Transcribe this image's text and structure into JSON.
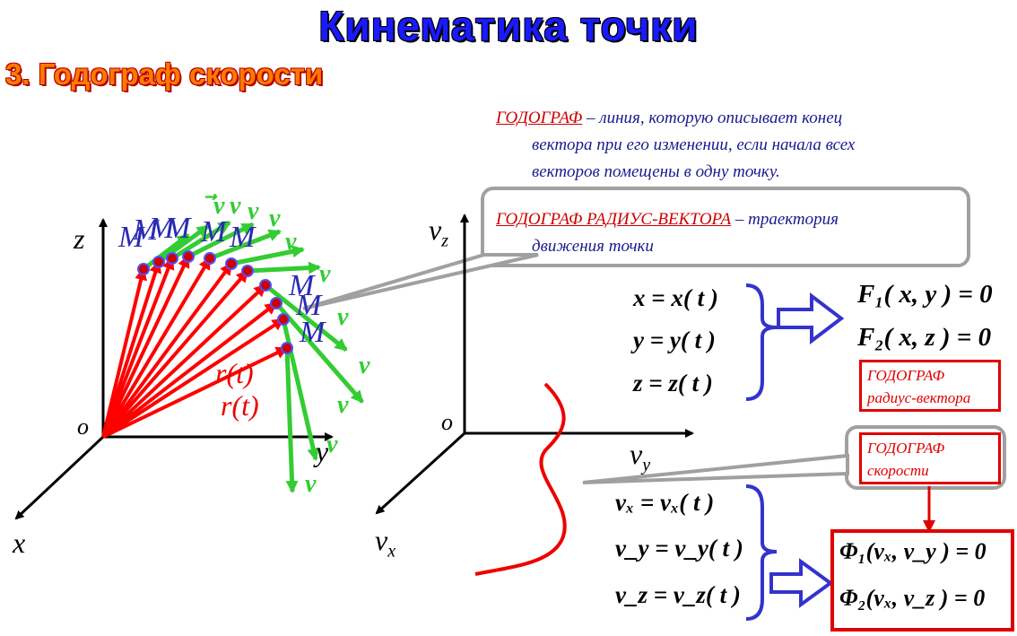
{
  "header": {
    "title": "Кинематика точки",
    "subtitle": "3. Годограф скорости"
  },
  "definitions": {
    "hodograph_term": "ГОДОГРАФ",
    "hodograph_line1": " – линия, которую описывает конец",
    "hodograph_line2": "вектора при его изменении, если начала всех",
    "hodograph_line3": "векторов помещены в одну точку.",
    "radius_term": "ГОДОГРАФ РАДИУС-ВЕКТОРА",
    "radius_line1": " – траектория",
    "radius_line2": "движения точки"
  },
  "left_diagram": {
    "axis_z": "z",
    "axis_y": "y",
    "axis_x": "x",
    "origin": "o",
    "point_label": "M",
    "velocity_label": "v",
    "radius_label": "r(t)"
  },
  "right_diagram": {
    "axis_vz": "v",
    "axis_vz_sub": "z",
    "axis_vy": "v",
    "axis_vy_sub": "y",
    "axis_vx": "v",
    "axis_vx_sub": "x",
    "origin": "o"
  },
  "equations": {
    "position": [
      "x = x( t )",
      "y = y( t )",
      "z = z( t )"
    ],
    "trajectory": [
      "F₁( x, y ) = 0",
      "F₂( x, z ) = 0"
    ],
    "velocity": [
      "vₓ = vₓ( t )",
      "v_y = v_y( t )",
      "v_z = v_z( t )"
    ],
    "velocity_hodograph": [
      "Φ₁(vₓ, v_y ) = 0",
      "Φ₂(vₓ, v_z ) = 0"
    ]
  },
  "boxes": {
    "radius_vector_title": "ГОДОГРАФ",
    "radius_vector_sub": "радиус-вектора",
    "velocity_title": "ГОДОГРАФ",
    "velocity_sub": "скорости"
  },
  "colors": {
    "title": "#1a1aff",
    "subtitle": "#ff7a00",
    "red": "#ff0000",
    "green": "#33cc33",
    "blue_brace": "#3333cc",
    "point_fill": "#cc0000"
  }
}
